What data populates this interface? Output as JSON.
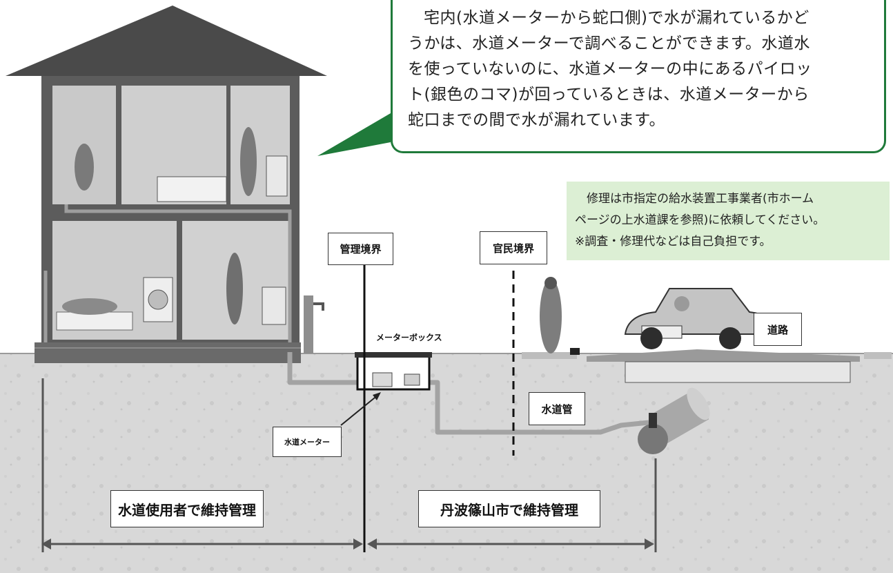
{
  "callout": {
    "line1": "宅内(水道メーターから蛇口側)で水が漏れているかど",
    "line2": "うかは、水道メーターで調べることができます。水道水",
    "line3": "を使っていないのに、水道メーターの中にあるパイロッ",
    "line4": "ト(銀色のコマ)が回っているときは、水道メーターから",
    "line5": "蛇口までの間で水が漏れています。"
  },
  "note": {
    "line1": "修理は市指定の給水装置工事業者(市ホーム",
    "line2": "ページの上水道課を参照)に依頼してください。",
    "line3": "※調査・修理代などは自己負担です。"
  },
  "labels": {
    "management_boundary": "管理境界",
    "public_private_boundary": "官民境界",
    "meter_box": "メーターボックス",
    "water_pipe": "水道管",
    "water_meter": "水道メーター",
    "road": "道路",
    "user_maintained": "水道使用者で維持管理",
    "city_maintained": "丹波篠山市で維持管理"
  },
  "colors": {
    "accent_green": "#1f7a3a",
    "note_bg": "#dcefd4",
    "ground": "#d6d6d6",
    "house": "#5a5a5a"
  }
}
